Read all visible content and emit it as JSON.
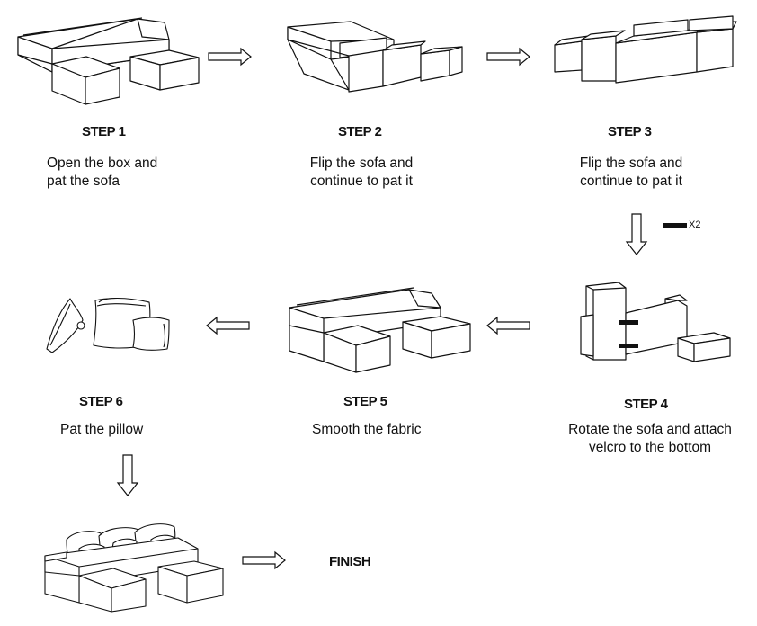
{
  "steps": [
    {
      "title": "STEP 1",
      "line1": "Open the box and",
      "line2": "pat the sofa"
    },
    {
      "title": "STEP 2",
      "line1": "Flip the sofa and",
      "line2": "continue to pat it"
    },
    {
      "title": "STEP 3",
      "line1": "Flip the sofa and",
      "line2": "continue to pat it"
    },
    {
      "title": "STEP 4",
      "line1": "Rotate the sofa and attach",
      "line2": "velcro to the bottom"
    },
    {
      "title": "STEP 5",
      "line1": "Smooth the fabric",
      "line2": ""
    },
    {
      "title": "STEP 6",
      "line1": "Pat the pillow",
      "line2": ""
    }
  ],
  "velcro_quantity": "X2",
  "finish_label": "FINISH"
}
